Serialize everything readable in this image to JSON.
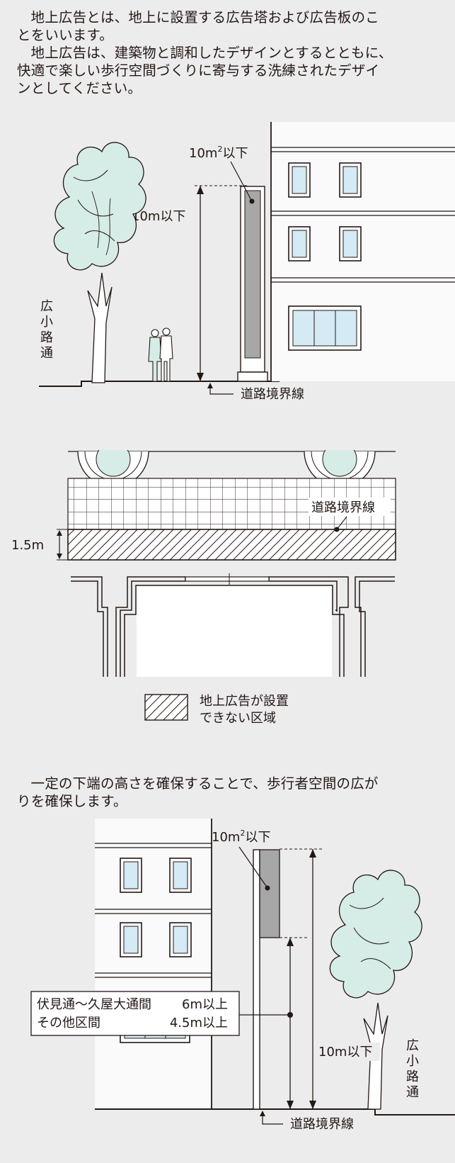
{
  "intro": {
    "line1": "地上広告とは、地上に設置する広告塔および広告板のこ",
    "line2": "とをいいます。",
    "line3": "地上広告は、建築物と調和したデザインとするとともに、",
    "line4": "快適で楽しい歩行空間づくりに寄与する洗練されたデザイ",
    "line5": "ンとしてください。"
  },
  "figure1": {
    "area_label_main": "10m",
    "area_label_sup": "2",
    "area_label_tail": "以下",
    "height_label": "10m以下",
    "street_chars": [
      "広",
      "小",
      "路",
      "通"
    ],
    "boundary_label": "道路境界線"
  },
  "figure2": {
    "boundary_label": "道路境界線",
    "setback_label": "1.5m",
    "legend_line1": "地上広告が設置",
    "legend_line2": "できない区域"
  },
  "middle_text": {
    "line1": "一定の下端の高さを確保することで、歩行者空間の広が",
    "line2": "りを確保します。"
  },
  "figure3": {
    "area_label_main": "10m",
    "area_label_sup": "2",
    "area_label_tail": "以下",
    "rule1_section": "伏見通～久屋大通間",
    "rule1_value": "6m以上",
    "rule2_section": "その他区間",
    "rule2_value": "4.5m以上",
    "height_label": "10m以下",
    "street_chars": [
      "広",
      "小",
      "路",
      "通"
    ],
    "boundary_label": "道路境界線"
  },
  "colors": {
    "background": "#ececec",
    "ink": "#231815",
    "sign_panel": "#a7a7a7",
    "window_glass": "#d4eaf4",
    "tree_foliage": "#d6ece6"
  }
}
